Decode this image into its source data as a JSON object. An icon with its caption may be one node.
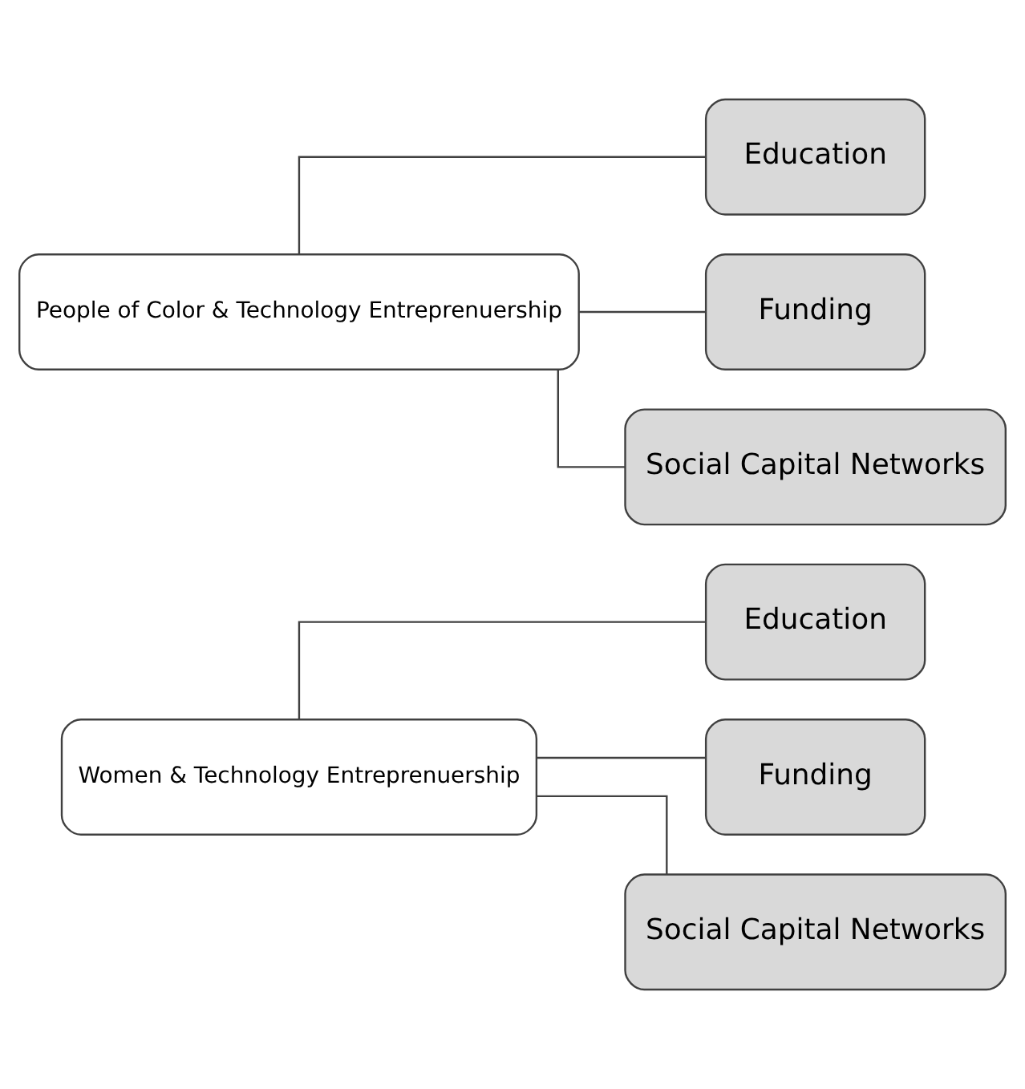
{
  "diagram": {
    "nodes": [
      {
        "text": [
          "Women & Technology Entreprenuership"
        ]
      },
      {
        "text": [
          "Education"
        ]
      },
      {
        "text": [
          "Funding"
        ]
      },
      {
        "text": [
          "Social Capital Networks"
        ]
      },
      {
        "text": [
          "People of Color & Technology Entreprenuership"
        ]
      },
      {
        "text": [
          "Education"
        ]
      },
      {
        "text": [
          "Funding"
        ]
      },
      {
        "text": [
          "Social Capital Networks"
        ]
      }
    ],
    "edges": [
      {
        "from": 0,
        "to": 1,
        "arrow": "none"
      },
      {
        "from": 0,
        "to": 2,
        "arrow": "none"
      },
      {
        "from": 0,
        "to": 3,
        "arrow": "none"
      },
      {
        "from": 4,
        "to": 5,
        "arrow": "none"
      },
      {
        "from": 4,
        "to": 6,
        "arrow": "none"
      },
      {
        "from": 4,
        "to": 7,
        "arrow": "none"
      }
    ]
  }
}
